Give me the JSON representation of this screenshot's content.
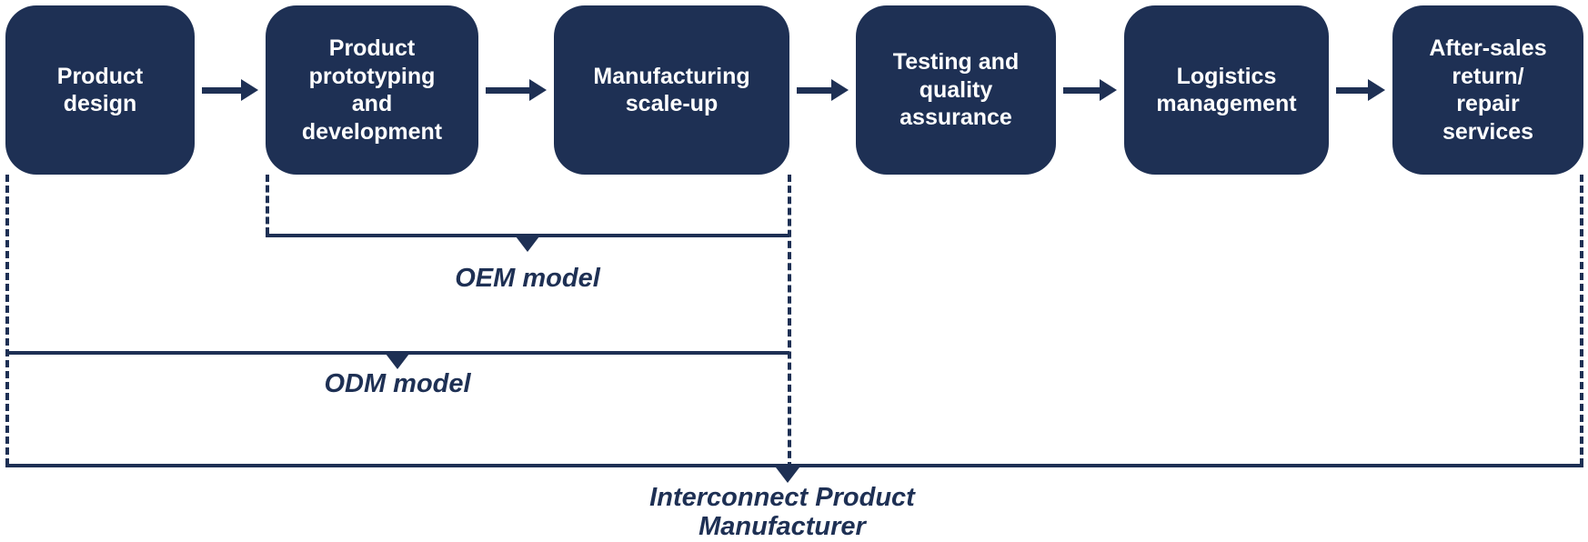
{
  "flow": {
    "stages": [
      {
        "label": "Product\ndesign"
      },
      {
        "label": "Product\nprototyping\nand\ndevelopment"
      },
      {
        "label": "Manufacturing\nscale-up"
      },
      {
        "label": "Testing and\nquality\nassurance"
      },
      {
        "label": "Logistics\nmanagement"
      },
      {
        "label": "After-sales\nreturn/\nrepair\nservices"
      }
    ]
  },
  "annotations": {
    "oem": {
      "label": "OEM model"
    },
    "odm": {
      "label": "ODM model"
    },
    "manufacturer": {
      "label": "Interconnect Product\nManufacturer"
    }
  },
  "colors": {
    "navy": "#1e3054",
    "text_on_navy": "#ffffff"
  }
}
